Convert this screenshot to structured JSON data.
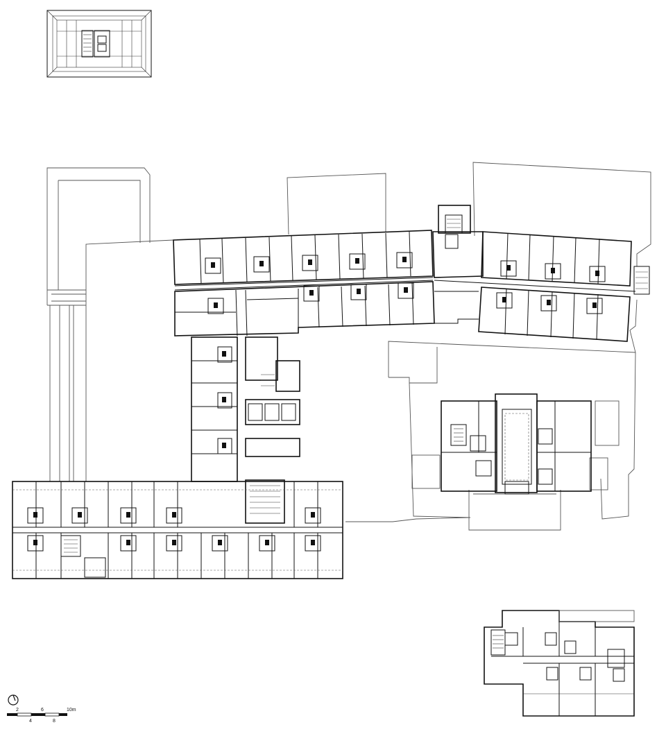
{
  "scale_bar": {
    "ticks_top": [
      "2",
      "6",
      "10m"
    ],
    "ticks_bottom": [
      "4",
      "8"
    ],
    "north_symbol": "north-arrow-icon"
  },
  "colors": {
    "walls": "#111111",
    "outline": "#555555",
    "background": "#ffffff"
  }
}
